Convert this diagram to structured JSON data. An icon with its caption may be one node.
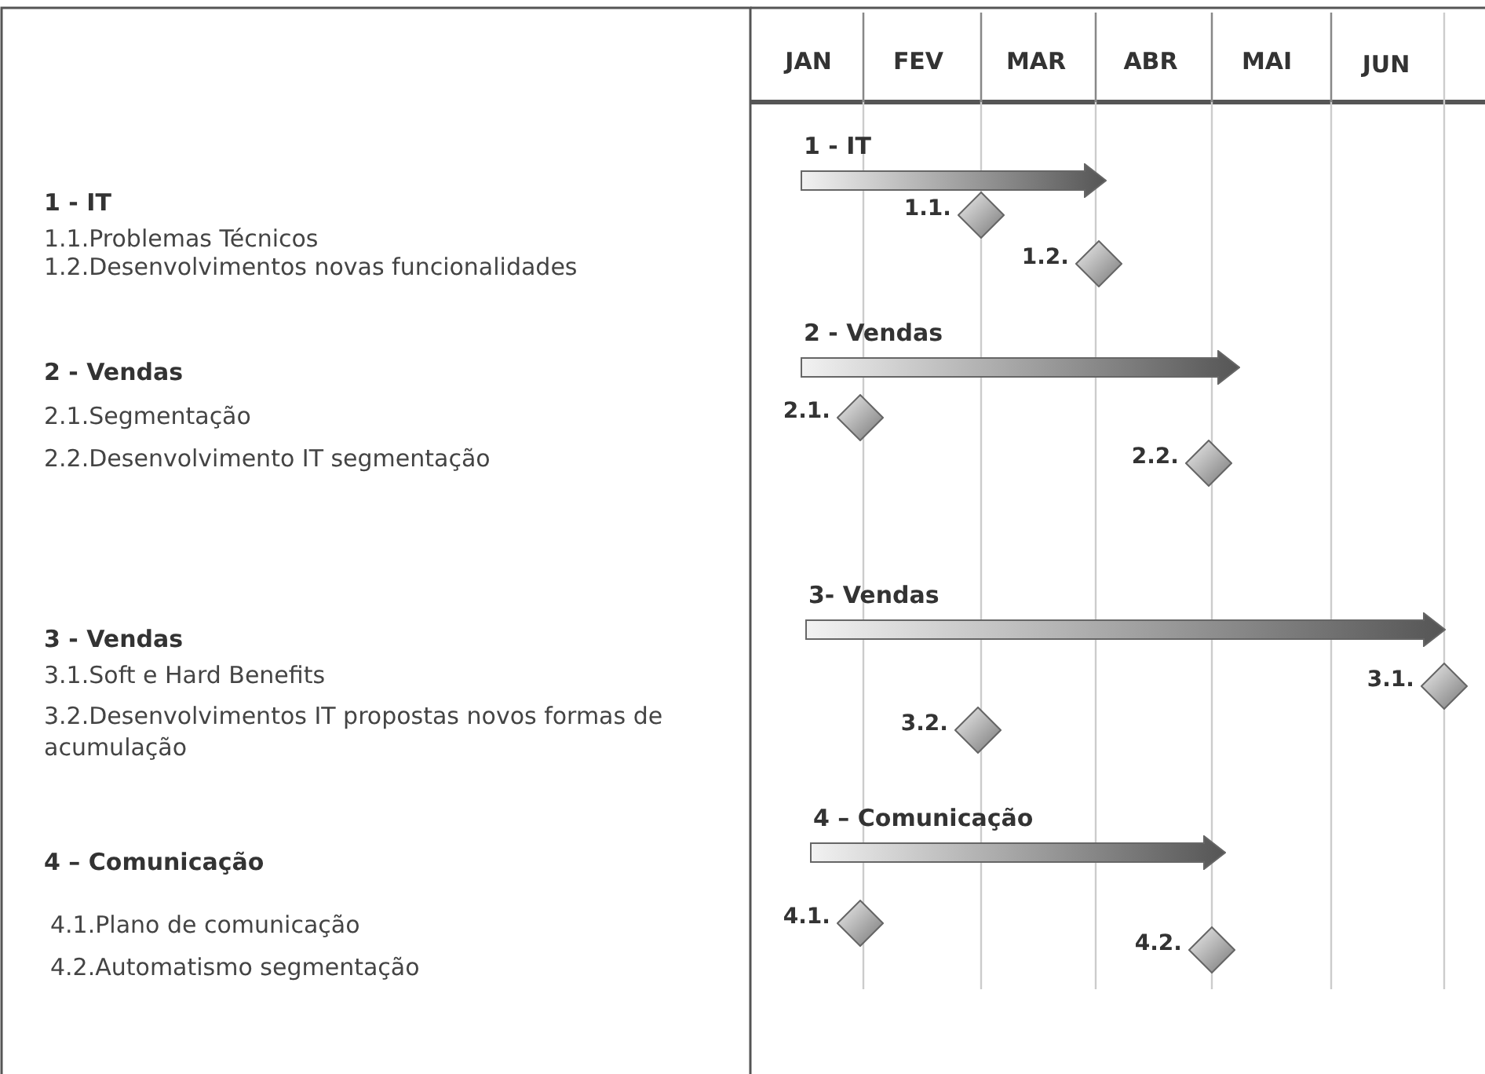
{
  "diagram": {
    "nodes": [
      {
        "text": [
          "1 - IT"
        ]
      },
      {
        "text": [],
        "shape": "diamond",
        "beside": [
          "1.1."
        ]
      },
      {
        "text": [],
        "shape": "diamond",
        "beside": [
          "1.2."
        ]
      },
      {
        "text": [
          "2 - Vendas"
        ]
      },
      {
        "text": [],
        "shape": "diamond",
        "beside": [
          "2.1."
        ]
      },
      {
        "text": [],
        "shape": "diamond",
        "beside": [
          "2.2."
        ]
      },
      {
        "text": [
          "3- Vendas"
        ]
      },
      {
        "text": [],
        "shape": "diamond",
        "beside": [
          "3.1."
        ]
      },
      {
        "text": [],
        "shape": "diamond",
        "beside": [
          "3.2."
        ]
      },
      {
        "text": [
          "4 – Comunicação"
        ]
      },
      {
        "text": [],
        "shape": "diamond",
        "beside": [
          "4.1."
        ]
      },
      {
        "text": [],
        "shape": "diamond",
        "beside": [
          "4.2."
        ]
      }
    ],
    "edges": [],
    "labels": [
      "JAN",
      "FEV",
      "MAR",
      "ABR",
      "MAI",
      "JUN",
      "1 - IT",
      "1.1.Problemas Técnicos",
      "1.2.Desenvolvimentos novas funcionalidades",
      "2 - Vendas",
      "2.1.Segmentação",
      "2.2.Desenvolvimento IT segmentação",
      "3 -  Vendas",
      "3.1.Soft e Hard Benefits",
      "3.2.Desenvolvimentos IT propostas novos formas de acumulação",
      "4 –  Comunicação",
      "4.1.Plano de comunicação",
      "4.2.Automatismo segmentação"
    ]
  }
}
